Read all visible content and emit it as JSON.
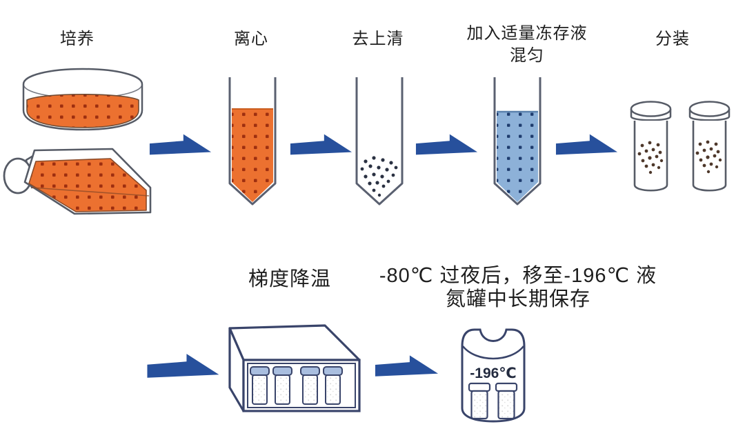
{
  "process": {
    "row1": [
      {
        "id": "culture",
        "label": "培养"
      },
      {
        "id": "centrifuge",
        "label": "离心"
      },
      {
        "id": "remove-supernatant",
        "label": "去上清"
      },
      {
        "id": "add-cryomedium",
        "label": "加入适量冻存液",
        "label2": "混匀"
      },
      {
        "id": "aliquot",
        "label": "分装"
      }
    ],
    "row2": [
      {
        "id": "gradient-cooling",
        "label": "梯度降温"
      },
      {
        "id": "long-term-storage",
        "label": "-80℃ 过夜后，移至-196℃ 液",
        "label2": "氮罐中长期保存"
      }
    ],
    "tank_temp_label": "-196℃"
  },
  "colors": {
    "cell_orange": "#ec7130",
    "cell_dot_red": "#9e2f10",
    "arrow_blue": "#27509c",
    "cryo_blue": "#8db1d8",
    "cryo_dot_navy": "#1e3c6e",
    "tube_outline_gray": "#5a6070",
    "dish_outline_gray": "#565b66",
    "box_outline_navy": "#39446a",
    "vial_cap_blue": "#a9bedf",
    "pellet_dot_navy": "#2a3142",
    "vial_dot_brown": "#4e382b",
    "label_text": "#1e1e1e"
  }
}
